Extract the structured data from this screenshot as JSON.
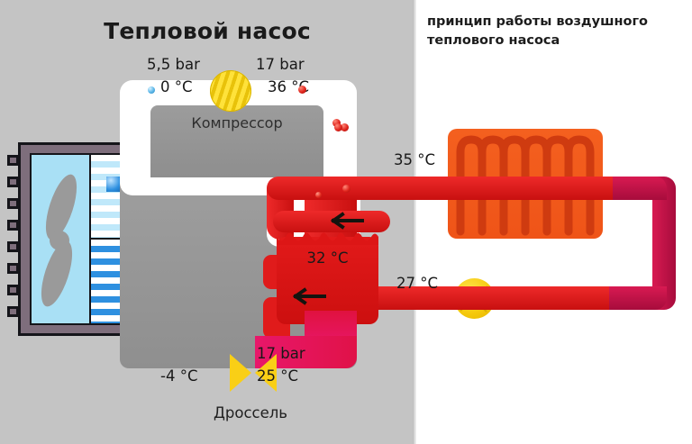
{
  "diagram": {
    "title": "Тепловой насос",
    "caption": "принцип работы воздушного теплового насоса"
  },
  "components": {
    "compressor_label": "Компрессор",
    "throttle_label": "Дроссель",
    "motor_icon": "compressor-motor-disc",
    "pump_icon": "circulation-pump",
    "fan_icon": "fan-blade",
    "radiator_icon": "radiator-coil",
    "valve_icon": "bowtie-throttle-valve"
  },
  "readings": {
    "suction_pressure": "5,5 bar",
    "suction_temp": "0 °C",
    "discharge_pressure": "17 bar",
    "discharge_temp": "36 °C",
    "condenser_temp": "32 °C",
    "liquid_pressure": "17 bar",
    "liquid_temp": "25 °C",
    "evaporator_temp": "-4 °C",
    "water_supply_temp": "35 °C",
    "water_return_temp": "27 °C"
  },
  "colors": {
    "background_left": "#c4c4c4",
    "background_right": "#ffffff",
    "hot_red": "#e01b1b",
    "crimson": "#c5104a",
    "radiator_orange": "#f4601f",
    "cold_cyan": "#a9dfee",
    "accent_yellow": "#f5c90c",
    "magenta": "#e8176a"
  }
}
